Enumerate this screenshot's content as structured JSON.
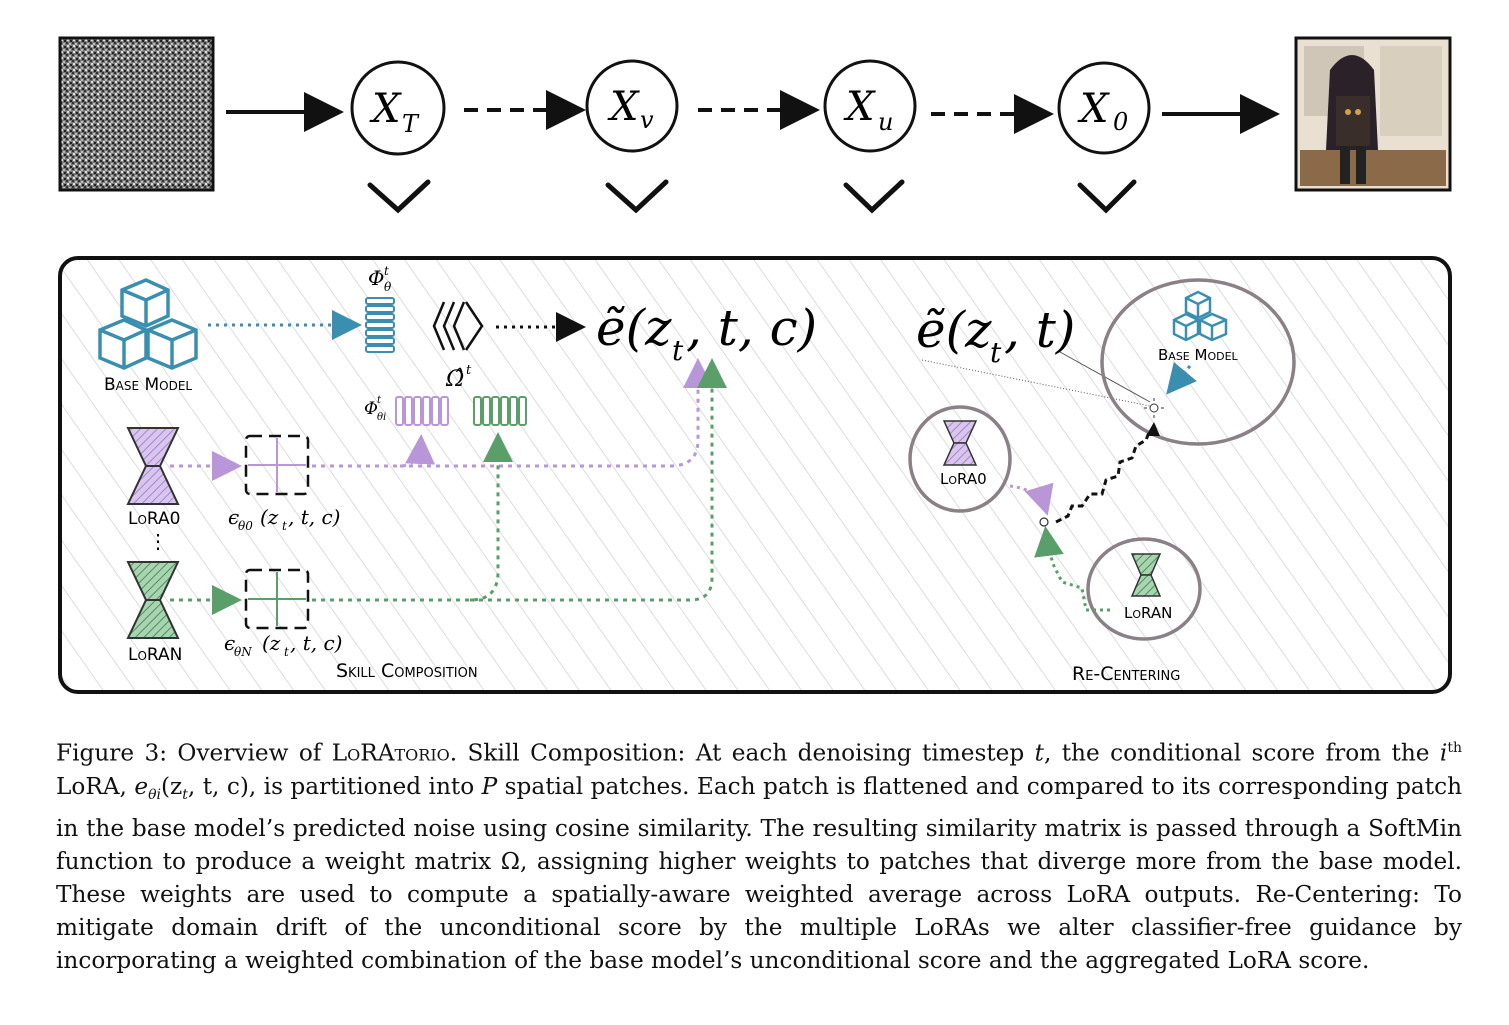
{
  "diagram": {
    "top_nodes": [
      "X",
      "X",
      "X",
      "X"
    ],
    "top_node_subscripts": [
      "T",
      "v",
      "u",
      "0"
    ],
    "base_model_label": "Base Model",
    "phi_theta": "Φ",
    "phi_theta_sub": "θ",
    "phi_theta_sup": "t",
    "omega_hat": "Ω̂",
    "omega_sup": "t",
    "phi_theta_i": "Φ",
    "phi_theta_i_sub": "θi",
    "phi_theta_i_sup": "t",
    "e_cond": "ẽ(z",
    "e_cond_sub": "t",
    "e_cond_tail": ", t, c)",
    "e_uncond": "ẽ(z",
    "e_uncond_sub": "t",
    "e_uncond_tail": ", t)",
    "lora0_label": "LoRA0",
    "loran_label": "LoRAN",
    "vdots": "⋮",
    "eps0": "ϵ",
    "eps0_sub": "θ0",
    "eps0_tail": "(z",
    "eps0_tail_sub": "t",
    "eps0_tail2": ", t, c)",
    "epsN": "ϵ",
    "epsN_sub": "θN",
    "epsN_tail": "(z",
    "epsN_tail_sub": "t",
    "epsN_tail2": ", t, c)",
    "skill_composition_label": "Skill Composition",
    "recentering_label": "Re-Centering",
    "recenter_base_label": "Base Model",
    "recenter_lora0_label": "LoRA0",
    "recenter_loran_label": "LoRAN",
    "colors": {
      "base_blue": "#3a8fb0",
      "lora0_purple": "#b896d8",
      "loran_green": "#5a9e6a",
      "circle_gray": "#8a8085"
    },
    "icons": [
      "noise-image",
      "generated-anime-girl-image",
      "blocks-icon",
      "hourglass-icon",
      "arrow-icon",
      "sun-icon"
    ]
  },
  "caption": {
    "fig": "Figure 3: Overview of ",
    "name": "LoRAtorio",
    "p1": ". Skill Composition: At each denoising timestep ",
    "t": "t",
    "p2": ", the conditional score from the ",
    "i": "i",
    "th": "th",
    "p3": " LoRA, ",
    "eq1": "e",
    "eq1_sub": "θi",
    "eq1_tail": "(z",
    "eq1_tail_sub": "t",
    "eq1_tail2": ", t, c)",
    "p4": ", is partitioned into ",
    "P": "P",
    "p5": " spatial patches. Each patch is flattened and compared to its corresponding patch in the base model’s predicted noise using cosine similarity. The resulting similarity matrix is passed through a SoftMin function to produce a weight matrix Ω, assigning higher weights to patches that diverge more from the base model. These weights are used to compute a spatially-aware weighted average across LoRA outputs. Re-Centering: To mitigate domain drift of the unconditional score by the multiple LoRAs we alter classifier-free guidance by incorporating a weighted combination of the base model’s unconditional score and the aggregated LoRA score."
  }
}
